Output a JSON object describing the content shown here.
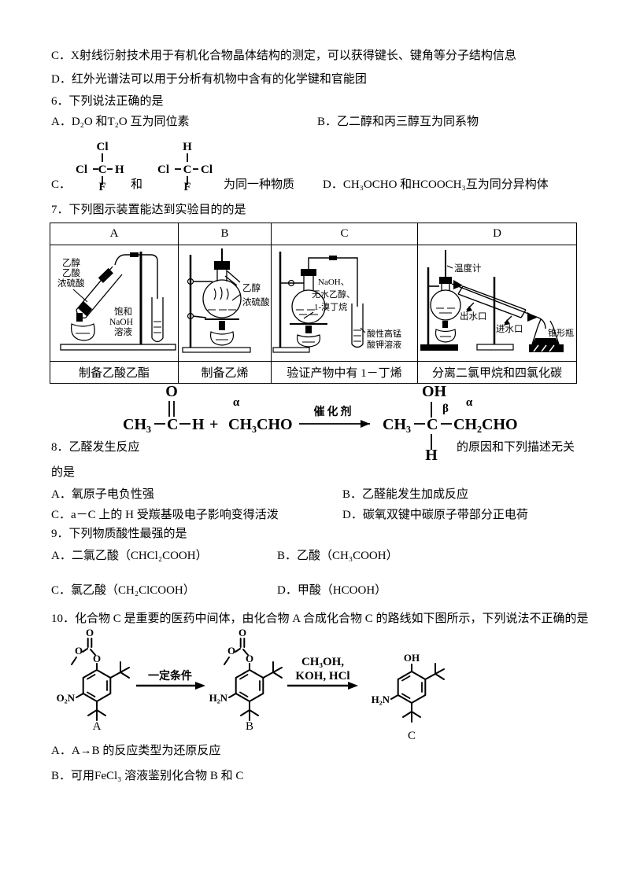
{
  "intro": {
    "line_c": "C．X射线衍射技术用于有机化合物晶体结构的测定，可以获得键长、键角等分子结构信息",
    "line_d": "D．红外光谱法可以用于分析有机物中含有的化学键和官能团"
  },
  "q6": {
    "stem": "6．下列说法正确的是",
    "opt_a": "A．D₂O 和T₂O 互为同位素",
    "opt_b": "B．乙二醇和丙三醇互为同系物",
    "opt_c_label": "C．",
    "opt_c_and": "和",
    "opt_c_text": "为同一种物质",
    "opt_d": "D．CH₃OCHO 和HCOOCH₃互为同分异构体",
    "struct1": {
      "top": "Cl",
      "left": "Cl",
      "center": "C",
      "right": "H",
      "bottom": "F"
    },
    "struct2": {
      "top": "H",
      "left": "Cl",
      "center": "C",
      "right": "Cl",
      "bottom": "F"
    }
  },
  "q7": {
    "stem": "7．下列图示装置能达到实验目的的是",
    "headers": [
      "A",
      "B",
      "C",
      "D"
    ],
    "captions": [
      "制备乙酸乙酯",
      "制备乙烯",
      "验证产物中有 1－丁烯",
      "分离二氯甲烷和四氯化碳"
    ],
    "labels": {
      "a_r1": "乙醇",
      "a_r2": "乙酸",
      "a_r3": "浓硫酸",
      "a_s1": "饱和",
      "a_s2": "NaOH",
      "a_s3": "溶液",
      "b_r1": "乙醇",
      "b_r2": "浓硫酸",
      "c_r1": "NaOH、",
      "c_r2": "无水乙醇、",
      "c_r3": "1-溴丁烷",
      "c_s1": "酸性高锰",
      "c_s2": "酸钾溶液",
      "d_thermo": "温度计",
      "d_out": "出水口",
      "d_in": "进水口",
      "d_flask": "锥形瓶"
    }
  },
  "equation": {
    "r1_ch3": "CH₃",
    "r1_c": "C",
    "r1_o": "O",
    "r1_h": "H",
    "plus": "+",
    "alpha1": "α",
    "r2": "CH₃CHO",
    "catalyst": "催化剂",
    "p_ch3": "CH₃",
    "p_c": "C",
    "p_oh": "OH",
    "p_beta": "β",
    "p_alpha": "α",
    "p_tail": "CH₂CHO",
    "p_h": "H"
  },
  "q8": {
    "stem_left": "8．乙醛发生反应",
    "stem_right": "的原因和下列描述无关",
    "stem_cont": "的是",
    "opt_a": "A．氧原子电负性强",
    "opt_b": "B．乙醛能发生加成反应",
    "opt_c": "C．a－C 上的 H 受羰基吸电子影响变得活泼",
    "opt_d": "D．碳氧双键中碳原子带部分正电荷"
  },
  "q9": {
    "stem": "9．下列物质酸性最强的是",
    "opt_a": "A．二氯乙酸（CHCl₂COOH）",
    "opt_b": "B．乙酸（CH₃COOH）",
    "opt_c": "C．氯乙酸（CH₂ClCOOH）",
    "opt_d": "D．甲酸（HCOOH）"
  },
  "q10": {
    "stem": "10．化合物 C 是重要的医药中间体，由化合物 A 合成化合物 C 的路线如下图所示，下列说法不正确的是",
    "scheme": {
      "o": "O",
      "o2n": "O₂N",
      "h2n": "H₂N",
      "oh": "OH",
      "cond1": "一定条件",
      "cond2a": "CH₃OH,",
      "cond2b": "KOH, HCl",
      "label_a": "A",
      "label_b": "B",
      "label_c": "C"
    },
    "opt_a": "A．A→B 的反应类型为还原反应",
    "opt_b": "B．可用FeCl₃ 溶液鉴别化合物 B 和 C"
  }
}
